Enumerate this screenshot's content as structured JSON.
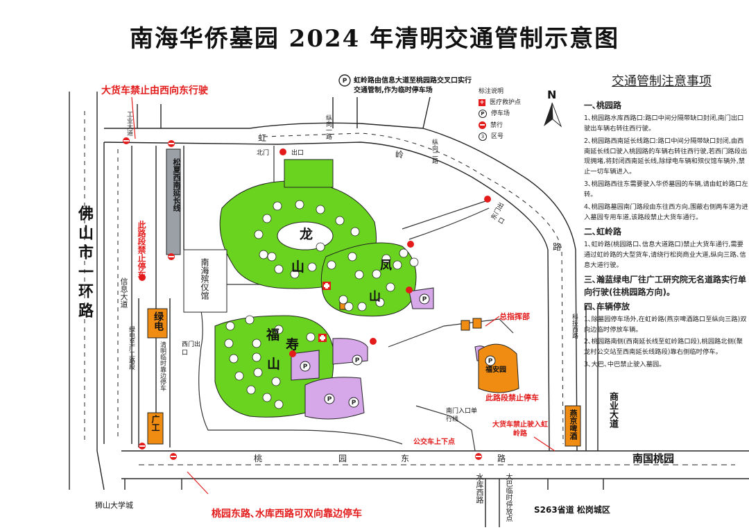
{
  "title": "南海华侨墓园 2024 年清明交通管制示意图",
  "notes": {
    "heading": "交通管制注意事项",
    "s1_title": "一､桃园路",
    "s1_p1": "1､桃园路水库西路口:路口中间分隔带缺口封闭,南门出口驶出车辆右转往西行驶。",
    "s1_p2": "2､桃园路西南延长线路口:路口中间分隔带缺口封闭,由西南延长线口驶入桃园路的车辆右转往西行驶,若西门路段出现拥堵,将封闭西南延长线,除绿电车辆和殡仪馆车辆外,禁止一切车辆进入。",
    "s1_p3": "3､桃园路西往东需要驶入华侨墓园的车辆,请由虹岭路口左转。",
    "s1_p4": "4､桃园路墓园南门路段由东往西方向,围蔽右侧两车道为进入墓园专用车道,该路段禁止大货车通行。",
    "s2_title": "二､虹岭路",
    "s2_p1": "1､虹岭路(桃园路口､信息大道路口)禁止大货车通行,需要通过虹岭路的大型货车,请绕行松岗商业大道,纵向三路､信息大道行驶。",
    "s3_title": "三､瀚蓝绿电厂往广工研究院无名道路实行单向行驶(往桃园路方向)。",
    "s4_title": "四､车辆停放",
    "s4_p1": "1､除墓园停车场外,在虹岭路(燕京啤酒路口至纵向三路)双向边临时停放车辆。",
    "s4_p2": "2､桃园路南侧(西南延长线至虹岭路口段),桃园路北侧(聚龙村公交站至西南延长线路段)靠右侧临时停车。",
    "s4_p3": "3､大巴､中巴禁止驶入墓园。"
  },
  "legend": {
    "title": "标注说明",
    "items": [
      "医疗救护点",
      "停车场",
      "禁行",
      "区号"
    ]
  },
  "annotations": {
    "truck_ban_west": "大货车禁止由西向东行驶",
    "hongling_parking": "虹岭路由信息大道至桃园路交叉口实行交通管制,作为临时停车场",
    "no_parking_west": "此路段禁止停车",
    "no_parking_south": "此路段禁止停车",
    "truck_ban_hongling": "大货车禁止驶入虹岭路",
    "command": "总指挥部",
    "bus_stop": "公交车上下点",
    "bottom_parking": "桃园东路､水库西路可双向靠边停车",
    "south_entrance": "南门入口单行线",
    "north_gate": "北门",
    "exit": "出口",
    "west_gate": "西门出口",
    "east_gate": "东门出口"
  },
  "roads": {
    "ring": "佛山市一环路",
    "info": "信息大道",
    "hongling_a": "虹",
    "hongling_b": "岭",
    "road_char": "路",
    "songxia": "松夏西南延长线",
    "taoyuan": [
      "桃",
      "园",
      "东",
      "路"
    ],
    "gongye": "工业大道",
    "zongxiang1": "纵向一路",
    "zongxiang2": "纵向二路",
    "lvdian_road": "绿电至广工路段",
    "temp_park": "清明临时靠边停车",
    "shuiku": "水库西路",
    "bus_park": "大巴临时停放点",
    "shangye": "商业大道",
    "keji": "科技西路",
    "s263": "S263省道 松岗城区",
    "nanguo": "南国桃园",
    "shishan": "狮山大学城"
  },
  "places": {
    "funeral": "南海殡仪馆",
    "lvdian": "绿电",
    "guanggong": "广工",
    "yanjing": "燕京啤酒",
    "fuan": "福安园",
    "long": "龙",
    "shan": "山",
    "feng": "凤",
    "fu": "福",
    "shou": "寿"
  },
  "colors": {
    "green": "#6ad31f",
    "purple": "#d6a8ea",
    "orange": "#f08c12",
    "red": "#e31b1b",
    "gray": "#9aa0a6"
  }
}
